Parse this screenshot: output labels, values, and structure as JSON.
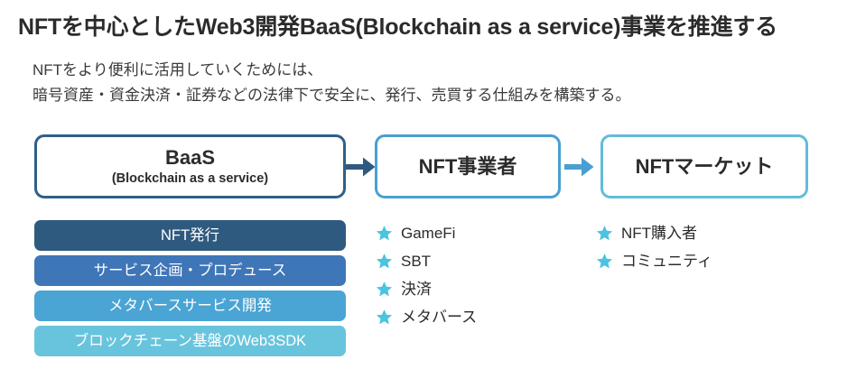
{
  "page": {
    "title": "NFTを中心としたWeb3開発BaaS(Blockchain as a service)事業を推進する",
    "background_color": "#ffffff"
  },
  "subtitle": {
    "lines": [
      "NFTをより便利に活用していくためには、",
      "暗号資産・資金決済・証券などの法律下で安全に、発行、売買する仕組みを構築する。"
    ]
  },
  "flow": {
    "boxes": [
      {
        "id": "baas",
        "title": "BaaS",
        "subtitle": "(Blockchain as a service)",
        "border_color": "#2f5f8a"
      },
      {
        "id": "operator",
        "title": "NFT事業者",
        "subtitle": "",
        "border_color": "#4a9fd0"
      },
      {
        "id": "market",
        "title": "NFTマーケット",
        "subtitle": "",
        "border_color": "#63bcd8"
      }
    ],
    "arrows": [
      {
        "id": "arrow-1",
        "icon": "arrow-right-icon",
        "color": "#2f5a80"
      },
      {
        "id": "arrow-2",
        "icon": "arrow-right-icon",
        "color": "#4a9fd0"
      }
    ]
  },
  "capabilities": {
    "bars": [
      {
        "label": "NFT発行",
        "color": "#2f5a80"
      },
      {
        "label": "サービス企画・プロデュース",
        "color": "#3e76b8"
      },
      {
        "label": "メタバースサービス開発",
        "color": "#4aa4d4"
      },
      {
        "label": "ブロックチェーン基盤のWeb3SDK",
        "color": "#68c4dd"
      }
    ]
  },
  "star_lists": {
    "star_color": "#4cc3e0",
    "operator": {
      "items": [
        "GameFi",
        "SBT",
        "決済",
        "メタバース"
      ]
    },
    "market": {
      "items": [
        "NFT購入者",
        "コミュニティ"
      ]
    }
  }
}
